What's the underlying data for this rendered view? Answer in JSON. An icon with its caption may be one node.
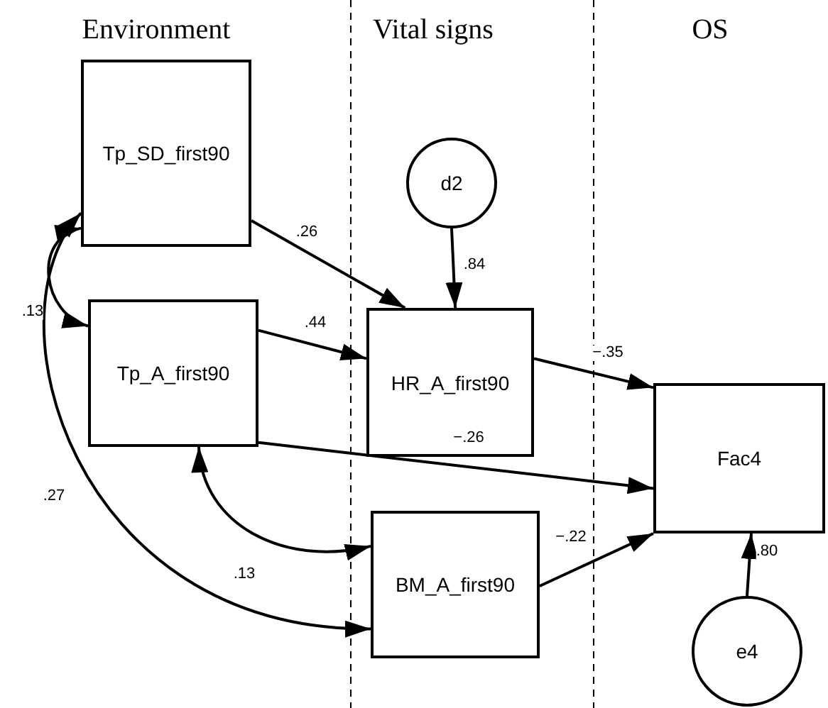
{
  "diagram": {
    "nodes": [
      {
        "text": [
          "Tp_SD_first90"
        ]
      },
      {
        "text": [
          "d2"
        ]
      },
      {
        "text": [
          "Tp_A_first90"
        ]
      },
      {
        "text": [
          "HR_A_first90"
        ]
      },
      {
        "text": [
          "Fac4"
        ]
      },
      {
        "text": [
          "BM_A_first90"
        ]
      },
      {
        "text": [
          "e4"
        ]
      }
    ],
    "edges": [
      {
        "from": 0,
        "to": 3,
        "arrow": "to",
        "label": ".26"
      },
      {
        "from": 2,
        "to": 3,
        "arrow": "to",
        "label": ".44"
      },
      {
        "from": 1,
        "to": 3,
        "arrow": "to",
        "label": ".84"
      },
      {
        "from": 3,
        "to": 4,
        "arrow": "to",
        "label": "−.35"
      },
      {
        "from": 2,
        "to": 4,
        "arrow": "to",
        "label": "−.26"
      },
      {
        "from": 5,
        "to": 4,
        "arrow": "to",
        "label": "−.22"
      },
      {
        "from": 6,
        "to": 4,
        "arrow": "to",
        "label": ".80"
      },
      {
        "from": 0,
        "to": 2,
        "arrow": "both",
        "label": ".13"
      },
      {
        "from": 2,
        "to": 5,
        "arrow": "both",
        "label": ".13"
      },
      {
        "from": 0,
        "to": 5,
        "arrow": "both",
        "label": ".27"
      }
    ],
    "labels": [
      "Environment",
      "Vital signs",
      "OS"
    ]
  }
}
